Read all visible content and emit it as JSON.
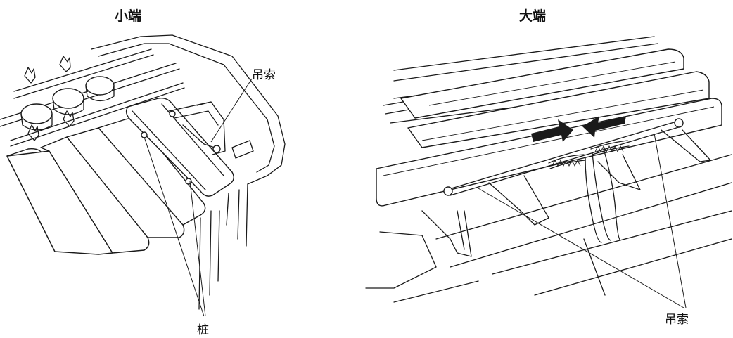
{
  "left_panel": {
    "title": "小端",
    "callout_sling": "吊索",
    "callout_peg": "桩"
  },
  "right_panel": {
    "title": "大端",
    "callout_sling": "吊索"
  },
  "colors": {
    "ink": "#1a1a1a",
    "background": "#ffffff"
  },
  "icons": [
    "arrow-right-icon",
    "arrow-left-icon"
  ]
}
